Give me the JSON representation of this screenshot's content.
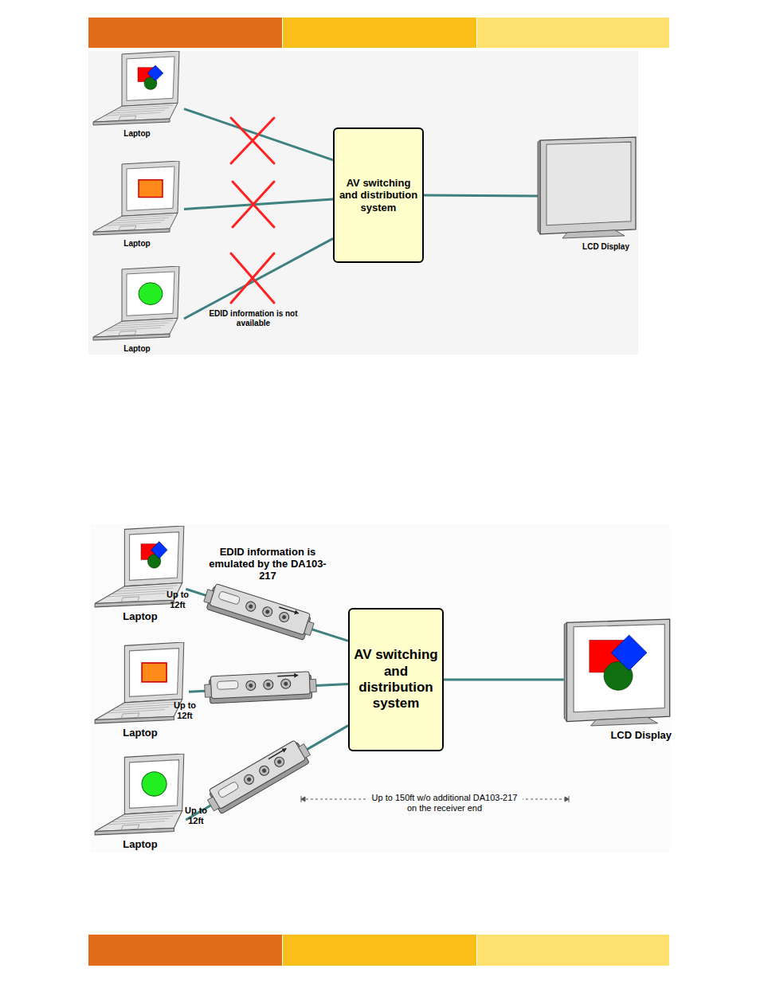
{
  "diagram": {
    "nodes": [
      {
        "text": [
          "Laptop"
        ]
      },
      {
        "text": [
          "Laptop"
        ]
      },
      {
        "text": [
          "Laptop"
        ]
      },
      {
        "text": [
          "AV switching and distribution system"
        ]
      },
      {
        "text": [
          "LCD Display"
        ]
      },
      {
        "text": [
          "Laptop"
        ]
      },
      {
        "text": [
          "Laptop"
        ]
      },
      {
        "text": [
          "Laptop"
        ]
      },
      {
        "text": [
          "AV switching and distribution system"
        ]
      },
      {
        "text": [
          "LCD Display"
        ]
      }
    ],
    "edges": [
      {
        "from": 0,
        "to": 3,
        "arrow": "none"
      },
      {
        "from": 1,
        "to": 3,
        "arrow": "none"
      },
      {
        "from": 2,
        "to": 3,
        "arrow": "none"
      },
      {
        "from": 3,
        "to": 4,
        "arrow": "none"
      },
      {
        "from": 5,
        "to": 8,
        "arrow": "none"
      },
      {
        "from": 6,
        "to": 8,
        "arrow": "none"
      },
      {
        "from": 7,
        "to": 8,
        "arrow": "none"
      },
      {
        "from": 8,
        "to": 9,
        "arrow": "none"
      }
    ],
    "labels": [
      "EDID information is not available",
      "EDID information is emulated by the DA103-217",
      "Up to 12ft",
      "Up to 12ft",
      "Up to 12ft",
      "Up to 150ft w/o additional DA103-217 on the receiver end"
    ]
  }
}
